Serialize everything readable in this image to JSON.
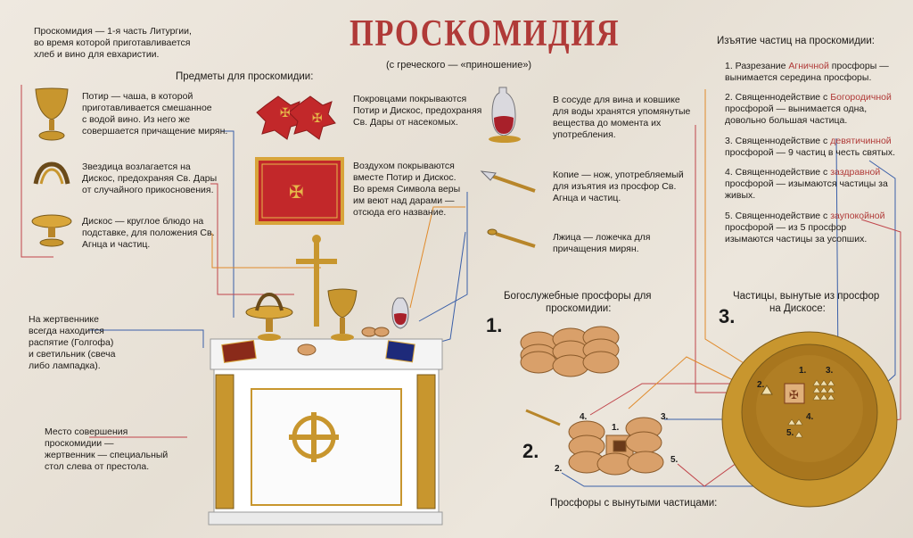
{
  "title": "ПРОСКОМИДИЯ",
  "subtitle": "(с греческого — «приношение»)",
  "intro": [
    "Проскомидия — 1-я часть Литургии,",
    "во время которой приготавливается",
    "хлеб и вино для евхаристии."
  ],
  "items_heading": "Предметы для проскомидии:",
  "items": {
    "potir": [
      "Потир — чаша, в которой",
      "приготавливается смешанное",
      "с водой вино. Из него же",
      "совершается причащение мирян."
    ],
    "zvezdica": [
      "Звездица возлагается на",
      "Дискос, предохраняя Св. Дары",
      "от случайного прикосновения."
    ],
    "diskos": [
      "Дискос — круглое блюдо на",
      "подставке, для положения Св.",
      "Агнца и частиц."
    ],
    "pokrovcy": [
      "Покровцами покрываются",
      "Потир и Дискос, предохраняя",
      "Св. Дары от насекомых."
    ],
    "vozduh": [
      "Воздухом покрываются",
      "вместе Потир и Дискос.",
      "Во время Символа веры",
      "им веют над дарами —",
      "отсюда его название."
    ],
    "sosud": [
      "В сосуде для вина и ковшике",
      "для воды хранятся упомянутые",
      "вещества до момента их",
      "употребления."
    ],
    "kopie": [
      "Копие — нож, употребляемый",
      "для изъятия из просфор Св.",
      "Агнца и частиц."
    ],
    "lzhica": [
      "Лжица — ложечка для",
      "причащения мирян."
    ]
  },
  "altar_note": [
    "На жертвеннике",
    "всегда находится",
    "распятие (Голгофа)",
    "и светильник (свеча",
    "либо лампадка)."
  ],
  "place_note": [
    "Место совершения",
    "проскомидии —",
    "жертвенник — специальный",
    "стол слева от престола."
  ],
  "prosphora_heading": [
    "Богослужебные просфоры для",
    "проскомидии:"
  ],
  "prosphora_cut_label": "Просфоры с вынутыми частицами:",
  "particles_heading": [
    "Частицы, вынутые из просфор",
    "на Дискосе:"
  ],
  "extraction": {
    "heading": "Изъятие частиц на проскомидии:",
    "steps": [
      {
        "pre": "1. Разрезание ",
        "hl": "Агничной",
        "post": " просфоры —",
        "rest": [
          "вынимается середина просфоры."
        ]
      },
      {
        "pre": "2. Священнодействие с ",
        "hl": "Богородичной",
        "post": "",
        "rest": [
          "просфорой — вынимается одна,",
          "довольно большая частица."
        ]
      },
      {
        "pre": "3. Священнодействие с ",
        "hl": "девятичинной",
        "post": "",
        "rest": [
          "просфорой — 9 частиц в честь святых."
        ]
      },
      {
        "pre": "4. Священнодействие с ",
        "hl": "заздравной",
        "post": "",
        "rest": [
          "просфорой — изымаются частицы за",
          "живых."
        ]
      },
      {
        "pre": "5. Священнодействие с ",
        "hl": "заупокойной",
        "post": "",
        "rest": [
          "просфорой — из 5 просфор",
          "изымаются частицы за усопших."
        ]
      }
    ]
  },
  "section_numbers": [
    "1.",
    "2.",
    "3."
  ],
  "small_labels": [
    "1.",
    "2.",
    "3.",
    "4.",
    "5."
  ],
  "colors": {
    "accent_red": "#b03a38",
    "gold": "#c8962e",
    "line_blue": "#3a5fa8",
    "line_red": "#c0444a",
    "line_orange": "#e08a2a"
  }
}
